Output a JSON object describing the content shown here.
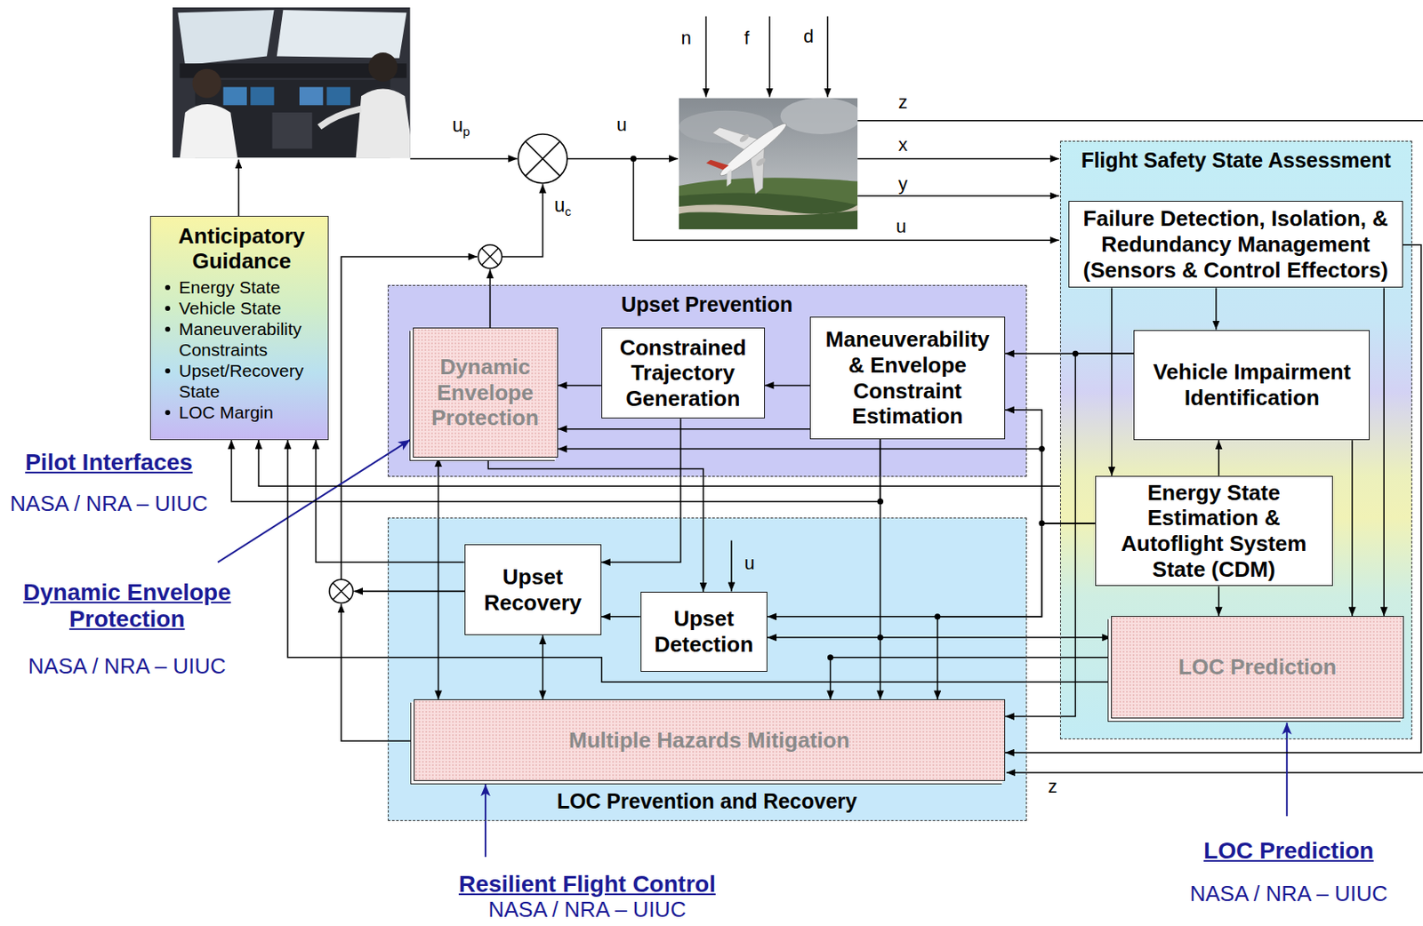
{
  "diagram": {
    "nodes": [
      {
        "text": [
          "Anticipatory Guidance",
          "Energy State",
          "Vehicle State",
          "Maneuverability Constraints",
          "Upset/Recovery State",
          "LOC Margin"
        ]
      },
      {
        "text": [
          "Upset Prevention"
        ]
      },
      {
        "text": [
          "Dynamic Envelope Protection"
        ],
        "in": 1
      },
      {
        "text": [
          "Constrained Trajectory Generation"
        ],
        "in": 1
      },
      {
        "text": [
          "Maneuverability & Envelope Constraint Estimation"
        ],
        "in": 1
      },
      {
        "text": [
          "LOC Prevention and Recovery"
        ]
      },
      {
        "text": [
          "Upset Recovery"
        ],
        "in": 5
      },
      {
        "text": [
          "Upset Detection"
        ],
        "in": 5
      },
      {
        "text": [
          "Multiple Hazards Mitigation"
        ],
        "in": 5
      },
      {
        "text": [
          "Flight Safety State Assessment"
        ]
      },
      {
        "text": [
          "Failure Detection, Isolation, & Redundancy Management (Sensors & Control Effectors)"
        ],
        "in": 9
      },
      {
        "text": [
          "Vehicle Impairment Identification"
        ],
        "in": 9
      },
      {
        "text": [
          "Energy State Estimation & Autoflight System State (CDM)"
        ],
        "in": 9
      },
      {
        "text": [
          "LOC Prediction"
        ],
        "in": 9
      }
    ],
    "edges": [
      {
        "from": 4,
        "to": 3,
        "arrow": "to"
      },
      {
        "from": 3,
        "to": 2,
        "arrow": "to"
      },
      {
        "from": 4,
        "to": 2,
        "arrow": "to"
      },
      {
        "from": 12,
        "to": 2,
        "arrow": "to"
      },
      {
        "from": 12,
        "to": 4,
        "arrow": "to"
      },
      {
        "from": 11,
        "to": 4,
        "arrow": "to"
      },
      {
        "from": 10,
        "to": 11,
        "arrow": "to"
      },
      {
        "from": 12,
        "to": 11,
        "arrow": "to"
      },
      {
        "from": 10,
        "to": 12,
        "arrow": "to"
      },
      {
        "from": 10,
        "to": 13,
        "arrow": "to"
      },
      {
        "from": 11,
        "to": 13,
        "arrow": "to"
      },
      {
        "from": 12,
        "to": 13,
        "arrow": "to"
      },
      {
        "from": 2,
        "to": 8,
        "arrow": "both"
      },
      {
        "from": 2,
        "to": 7,
        "arrow": "to"
      },
      {
        "from": 3,
        "to": 6,
        "arrow": "to"
      },
      {
        "from": 7,
        "to": 6,
        "arrow": "to"
      },
      {
        "from": 6,
        "to": 8,
        "arrow": "both"
      },
      {
        "from": 7,
        "to": 13,
        "arrow": "both"
      },
      {
        "from": 12,
        "to": 7,
        "arrow": "to"
      },
      {
        "from": 4,
        "to": 8,
        "arrow": "to"
      },
      {
        "from": 4,
        "to": 0,
        "arrow": "to"
      },
      {
        "from": 9,
        "to": 0,
        "arrow": "to"
      },
      {
        "from": 13,
        "to": 0,
        "arrow": "to"
      },
      {
        "from": 13,
        "to": 8,
        "arrow": "to"
      },
      {
        "from": 6,
        "to": 0,
        "arrow": "to"
      },
      {
        "from": 11,
        "to": 8,
        "arrow": "to"
      },
      {
        "from": 12,
        "to": 8,
        "arrow": "to"
      },
      {
        "from": 10,
        "to": 8,
        "arrow": "to"
      }
    ],
    "labels": [
      "n",
      "f",
      "d",
      "up",
      "u",
      "uc",
      "z",
      "x",
      "y",
      "u",
      "u",
      "z",
      "Pilot Interfaces",
      "NASA / NRA – UIUC",
      "Dynamic Envelope Protection",
      "NASA / NRA – UIUC",
      "Resilient Flight Control",
      "NASA / NRA – UIUC",
      "LOC Prediction",
      "NASA / NRA – UIUC"
    ]
  }
}
